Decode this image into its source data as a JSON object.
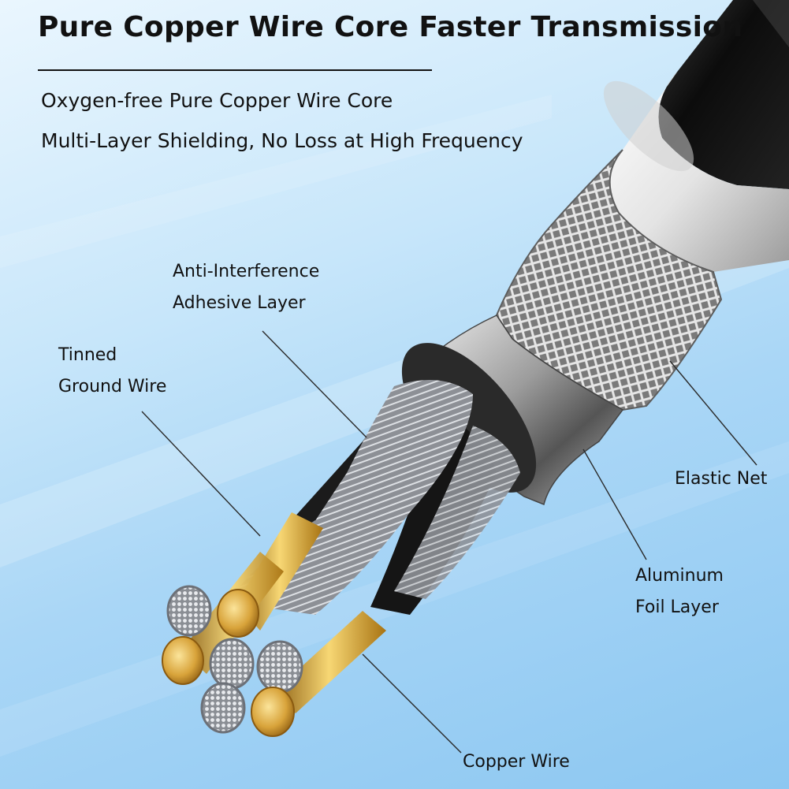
{
  "heading": {
    "title": "Pure Copper Wire Core Faster Transmission",
    "line1": "Oxygen-free Pure Copper Wire Core",
    "line2": "Multi-Layer Shielding, No Loss at High Frequency"
  },
  "callouts": {
    "anti_interference": [
      "Anti-Interference",
      "Adhesive Layer"
    ],
    "tinned_ground": [
      "Tinned",
      "Ground Wire"
    ],
    "elastic_net": "Elastic Net",
    "aluminum_foil": [
      "Aluminum",
      "Foil Layer"
    ],
    "copper_wire": "Copper Wire"
  },
  "colors": {
    "background": "#a9d6f6",
    "jacket": "#1a1a1a",
    "copper": "#d9a93c",
    "tinned": "#c8ccd2",
    "text": "#111111"
  }
}
